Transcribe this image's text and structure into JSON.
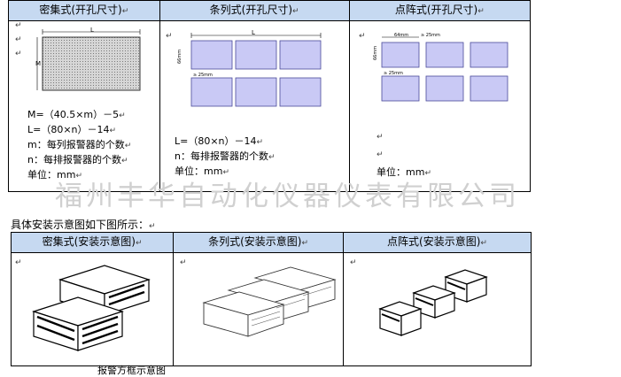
{
  "top_table": {
    "headers": [
      "密集式(开孔尺寸)",
      "条列式(开孔尺寸)",
      "点阵式(开孔尺寸)"
    ],
    "dense": {
      "formula_m": "M=（40.5×m）－5",
      "formula_l": "L=（80×n）－14",
      "note_m": "m：每列报警器的个数",
      "note_n": "n：每排报警器的个数",
      "unit": "单位：mm",
      "dim_l": "L",
      "dim_m": "M"
    },
    "strip": {
      "formula_l": "L=（80×n）－14",
      "note_n": "n：每排报警器的个数",
      "unit": "单位：mm",
      "dim_l": "L",
      "dim_66": "66mm",
      "dim_25": "≥ 25mm"
    },
    "dot": {
      "unit": "单位：mm",
      "dim_64": "64mm",
      "dim_25a": "≥ 25mm",
      "dim_66": "66mm",
      "dim_25b": "≥ 25mm"
    }
  },
  "watermark": "福州丰华自动化仪器仪表有限公司",
  "caption": "具体安装示意图如下图所示：",
  "bottom_table": {
    "headers": [
      "密集式(安装示意图)",
      "条列式(安装示意图)",
      "点阵式(安装示意图)"
    ]
  },
  "bottom_text": "报警方框示意图",
  "para_mark": "↵",
  "colors": {
    "header_bg": "#c6d9f1",
    "cutout_dense": "#c8c8c8",
    "cutout_blue": "#c9c9f5",
    "cutout_border": "#4a4a9a"
  }
}
